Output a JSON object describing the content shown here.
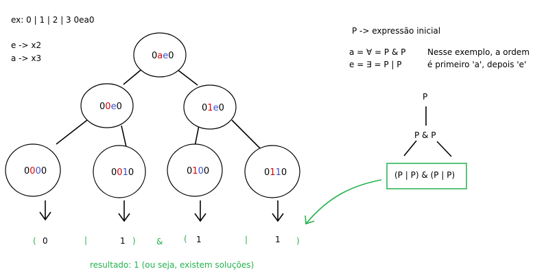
{
  "header": {
    "ex_line": "ex: 0 | 1 | 2 | 3 0ea0",
    "map_e": "e -> x2",
    "map_a": "a -> x3"
  },
  "legend": {
    "p_line": "P -> expressão inicial",
    "a_line": "a = ∀ = P & P",
    "e_line": "e = ∃ = P | P",
    "note_line1": "Nesse exemplo, a ordem",
    "note_line2": "é primeiro 'a', depois 'e'"
  },
  "expr_tree": {
    "root": "P",
    "mid": "P & P",
    "box": "(P | P) & (P | P)"
  },
  "tree": {
    "root": {
      "parts": [
        [
          "0",
          "blk"
        ],
        [
          "a",
          "red"
        ],
        [
          "e",
          "blue"
        ],
        [
          "0",
          "blk"
        ]
      ]
    },
    "level1": [
      {
        "parts": [
          [
            "0",
            "blk"
          ],
          [
            "0",
            "red"
          ],
          [
            "e",
            "blue"
          ],
          [
            "0",
            "blk"
          ]
        ]
      },
      {
        "parts": [
          [
            "0",
            "blk"
          ],
          [
            "1",
            "red"
          ],
          [
            "e",
            "blue"
          ],
          [
            "0",
            "blk"
          ]
        ]
      }
    ],
    "leaves": [
      {
        "parts": [
          [
            "0",
            "blk"
          ],
          [
            "0",
            "red"
          ],
          [
            "0",
            "blue"
          ],
          [
            "0",
            "blk"
          ]
        ]
      },
      {
        "parts": [
          [
            "0",
            "blk"
          ],
          [
            "0",
            "red"
          ],
          [
            "1",
            "blue"
          ],
          [
            "0",
            "blk"
          ]
        ]
      },
      {
        "parts": [
          [
            "0",
            "blk"
          ],
          [
            "1",
            "red"
          ],
          [
            "0",
            "blue"
          ],
          [
            "0",
            "blk"
          ]
        ]
      },
      {
        "parts": [
          [
            "0",
            "blk"
          ],
          [
            "1",
            "red"
          ],
          [
            "1",
            "blue"
          ],
          [
            "0",
            "blk"
          ]
        ]
      }
    ]
  },
  "results": {
    "paren_open_1": "(",
    "v1": "0",
    "bar_1": "|",
    "v2": "1",
    "paren_close_1": ")",
    "amp": "&",
    "paren_open_2": "(",
    "v3": "1",
    "bar_2": "|",
    "v4": "1",
    "paren_close_2": ")",
    "final": "resultado: 1 (ou seja, existem soluções)"
  },
  "colors": {
    "green": "#22b14c",
    "red": "#e00000",
    "blue": "#3a4fd0"
  }
}
